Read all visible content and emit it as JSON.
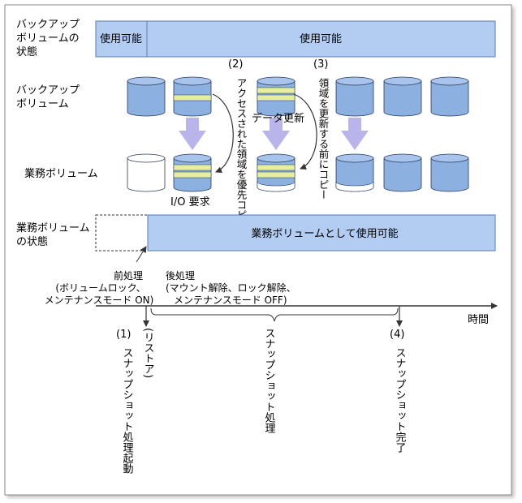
{
  "labels": {
    "backup_state_line1": "バックアップ",
    "backup_state_line2": "ボリュームの",
    "backup_state_line3": "状態",
    "backup_vol_line1": "バックアップ",
    "backup_vol_line2": "ボリューム",
    "business_vol": "業務ボリューム",
    "business_state_line1": "業務ボリューム",
    "business_state_line2": "の状態"
  },
  "backup_bar": {
    "left": "使用可能",
    "right": "使用可能"
  },
  "business_bar": {
    "text": "業務ボリュームとして使用可能"
  },
  "annotations": {
    "step2_num": "(2)",
    "step2_text": "アクセスされた領域を優先コピー",
    "step3_num": "(3)",
    "step3_text": "領域を更新する前にコピー",
    "data_update": "データ更新",
    "io_request": "I/O 要求"
  },
  "prep": {
    "line1": "前処理",
    "line2": "(ボリュームロック、",
    "line3": "メンテナンスモード ON)"
  },
  "post": {
    "line1": "後処理",
    "line2": "(マウント解除、ロック解除、",
    "line3": "メンテナンスモード OFF)"
  },
  "timeline": {
    "time_label": "時間",
    "step1_num": "(1)",
    "step1_text": "スナップショット処理起動",
    "restore": "(リストア)",
    "snapshot_process": "スナップショット処理",
    "step4_num": "(4)",
    "step4_text": "スナップショット完了"
  },
  "colors": {
    "volume_blue": "#8cb0e0",
    "volume_top": "#a9c4ec",
    "stripe_yellow": "#e6efa0",
    "bar_blue": "#b3ccf2",
    "arrow_purple": "#b9b4ea",
    "stroke": "#2a3a5a"
  }
}
